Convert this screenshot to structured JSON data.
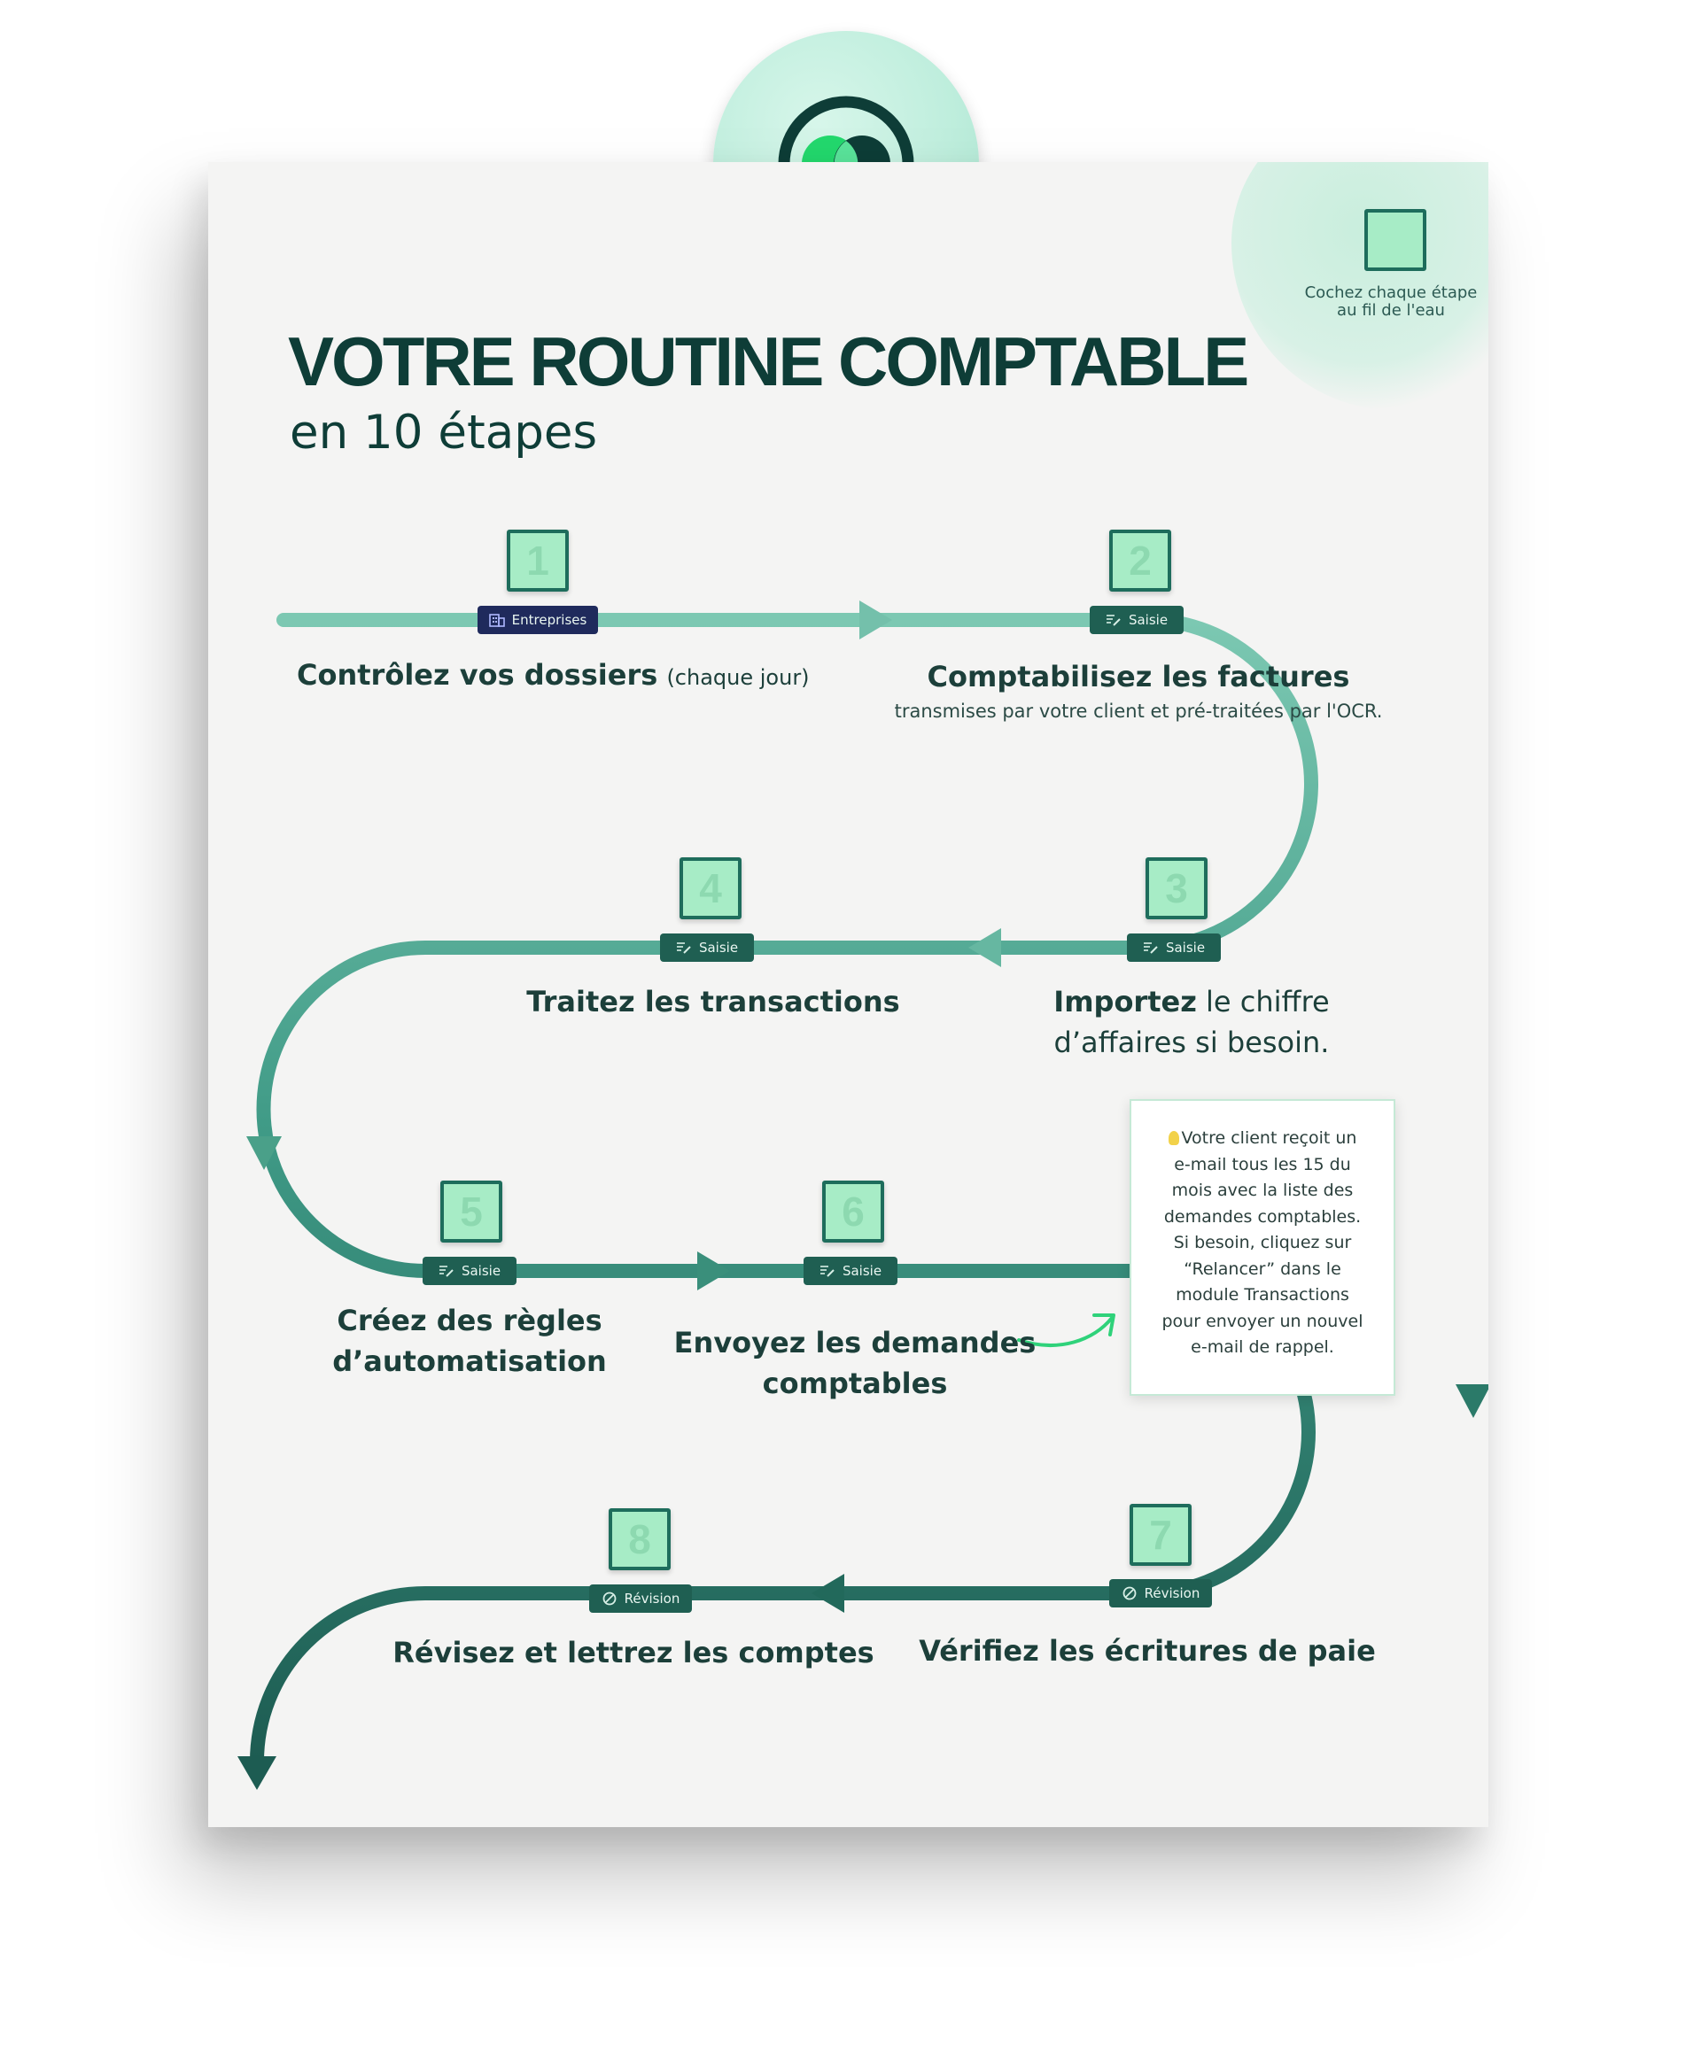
{
  "header": {
    "title": "VOTRE ROUTINE COMPTABLE",
    "subtitle": "en 10 étapes"
  },
  "checkbox_hint": {
    "line1": "Cochez chaque étape",
    "line2": "au fil de l'eau"
  },
  "steps": [
    {
      "number": "1",
      "tag": "Entreprises",
      "tag_icon": "building-icon",
      "label_bold": "Contrôlez vos dossiers",
      "label_note": "(chaque jour)"
    },
    {
      "number": "2",
      "tag": "Saisie",
      "tag_icon": "edit-icon",
      "label_bold": "Comptabilisez les factures",
      "sublabel": "transmises par votre client et pré-traitées par l'OCR."
    },
    {
      "number": "3",
      "tag": "Saisie",
      "tag_icon": "edit-icon",
      "label_bold": "Importez",
      "label_rest": "le chiffre",
      "label_line2": "d’affaires si besoin."
    },
    {
      "number": "4",
      "tag": "Saisie",
      "tag_icon": "edit-icon",
      "label_bold": "Traitez les transactions"
    },
    {
      "number": "5",
      "tag": "Saisie",
      "tag_icon": "edit-icon",
      "label_line1": "Créez des règles",
      "label_line2": "d’automatisation"
    },
    {
      "number": "6",
      "tag": "Saisie",
      "tag_icon": "edit-icon",
      "label_line1": "Envoyez les demandes",
      "label_line2": "comptables"
    },
    {
      "number": "7",
      "tag": "Révision",
      "tag_icon": "revision-icon",
      "label_bold": "Vérifiez les écritures de paie"
    },
    {
      "number": "8",
      "tag": "Révision",
      "tag_icon": "revision-icon",
      "label_bold": "Révisez et lettrez les comptes"
    }
  ],
  "tip": {
    "icon": "lightbulb-icon",
    "lines": [
      "Votre client reçoit un",
      "e-mail tous les 15 du",
      "mois avec la liste des",
      "demandes comptables.",
      "Si besoin, cliquez sur",
      "“Relancer” dans le",
      "module Transactions",
      "pour envoyer un nouvel",
      "e-mail de rappel."
    ]
  },
  "colors": {
    "path_light": "#7cc8b2",
    "path_mid": "#3f9a86",
    "path_dark": "#1d5c52",
    "checkbox_fill": "#a7ecc6",
    "title": "#0e3d37",
    "accent_arrow": "#2fd27a",
    "tag_blue": "#1f2a5c",
    "tag_green": "#1f5f52"
  }
}
